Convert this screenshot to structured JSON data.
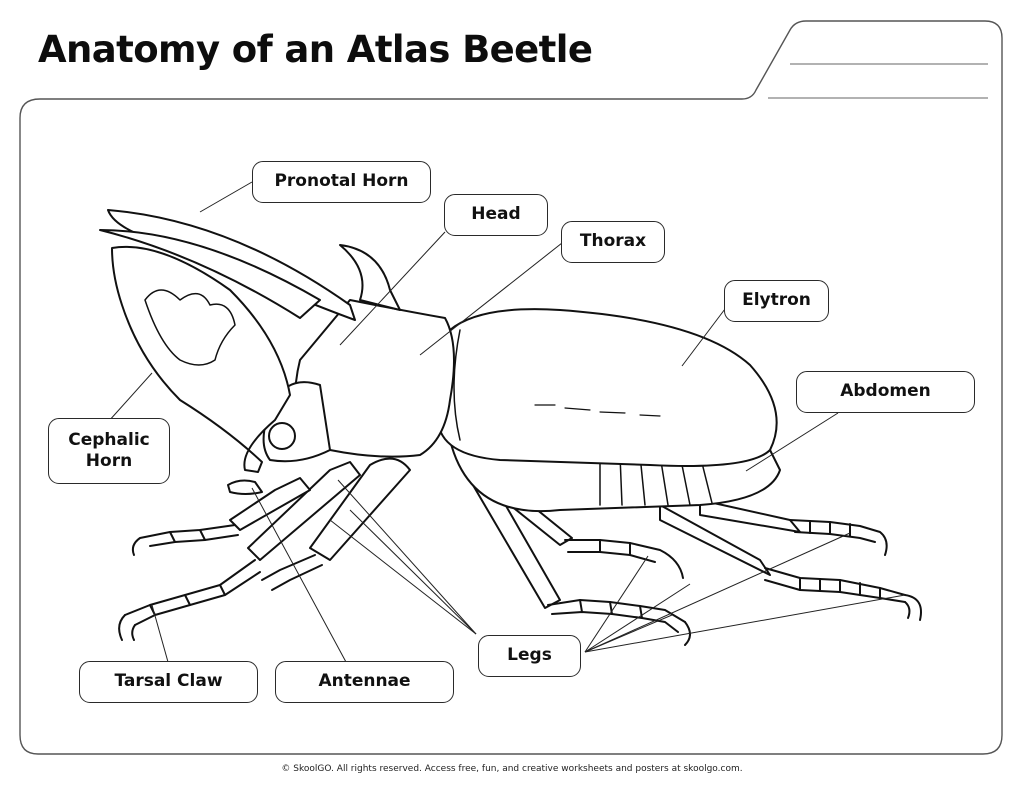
{
  "title": "Anatomy of an Atlas Beetle",
  "labels": {
    "pronotal_horn": "Pronotal Horn",
    "head": "Head",
    "thorax": "Thorax",
    "elytron": "Elytron",
    "abdomen": "Abdomen",
    "cephalic_horn": "Cephalic\nHorn",
    "tarsal_claw": "Tarsal Claw",
    "antennae": "Antennae",
    "legs": "Legs"
  },
  "footer": "© SkoolGO. All rights reserved. Access free, fun, and creative worksheets and posters at skoolgo.com."
}
